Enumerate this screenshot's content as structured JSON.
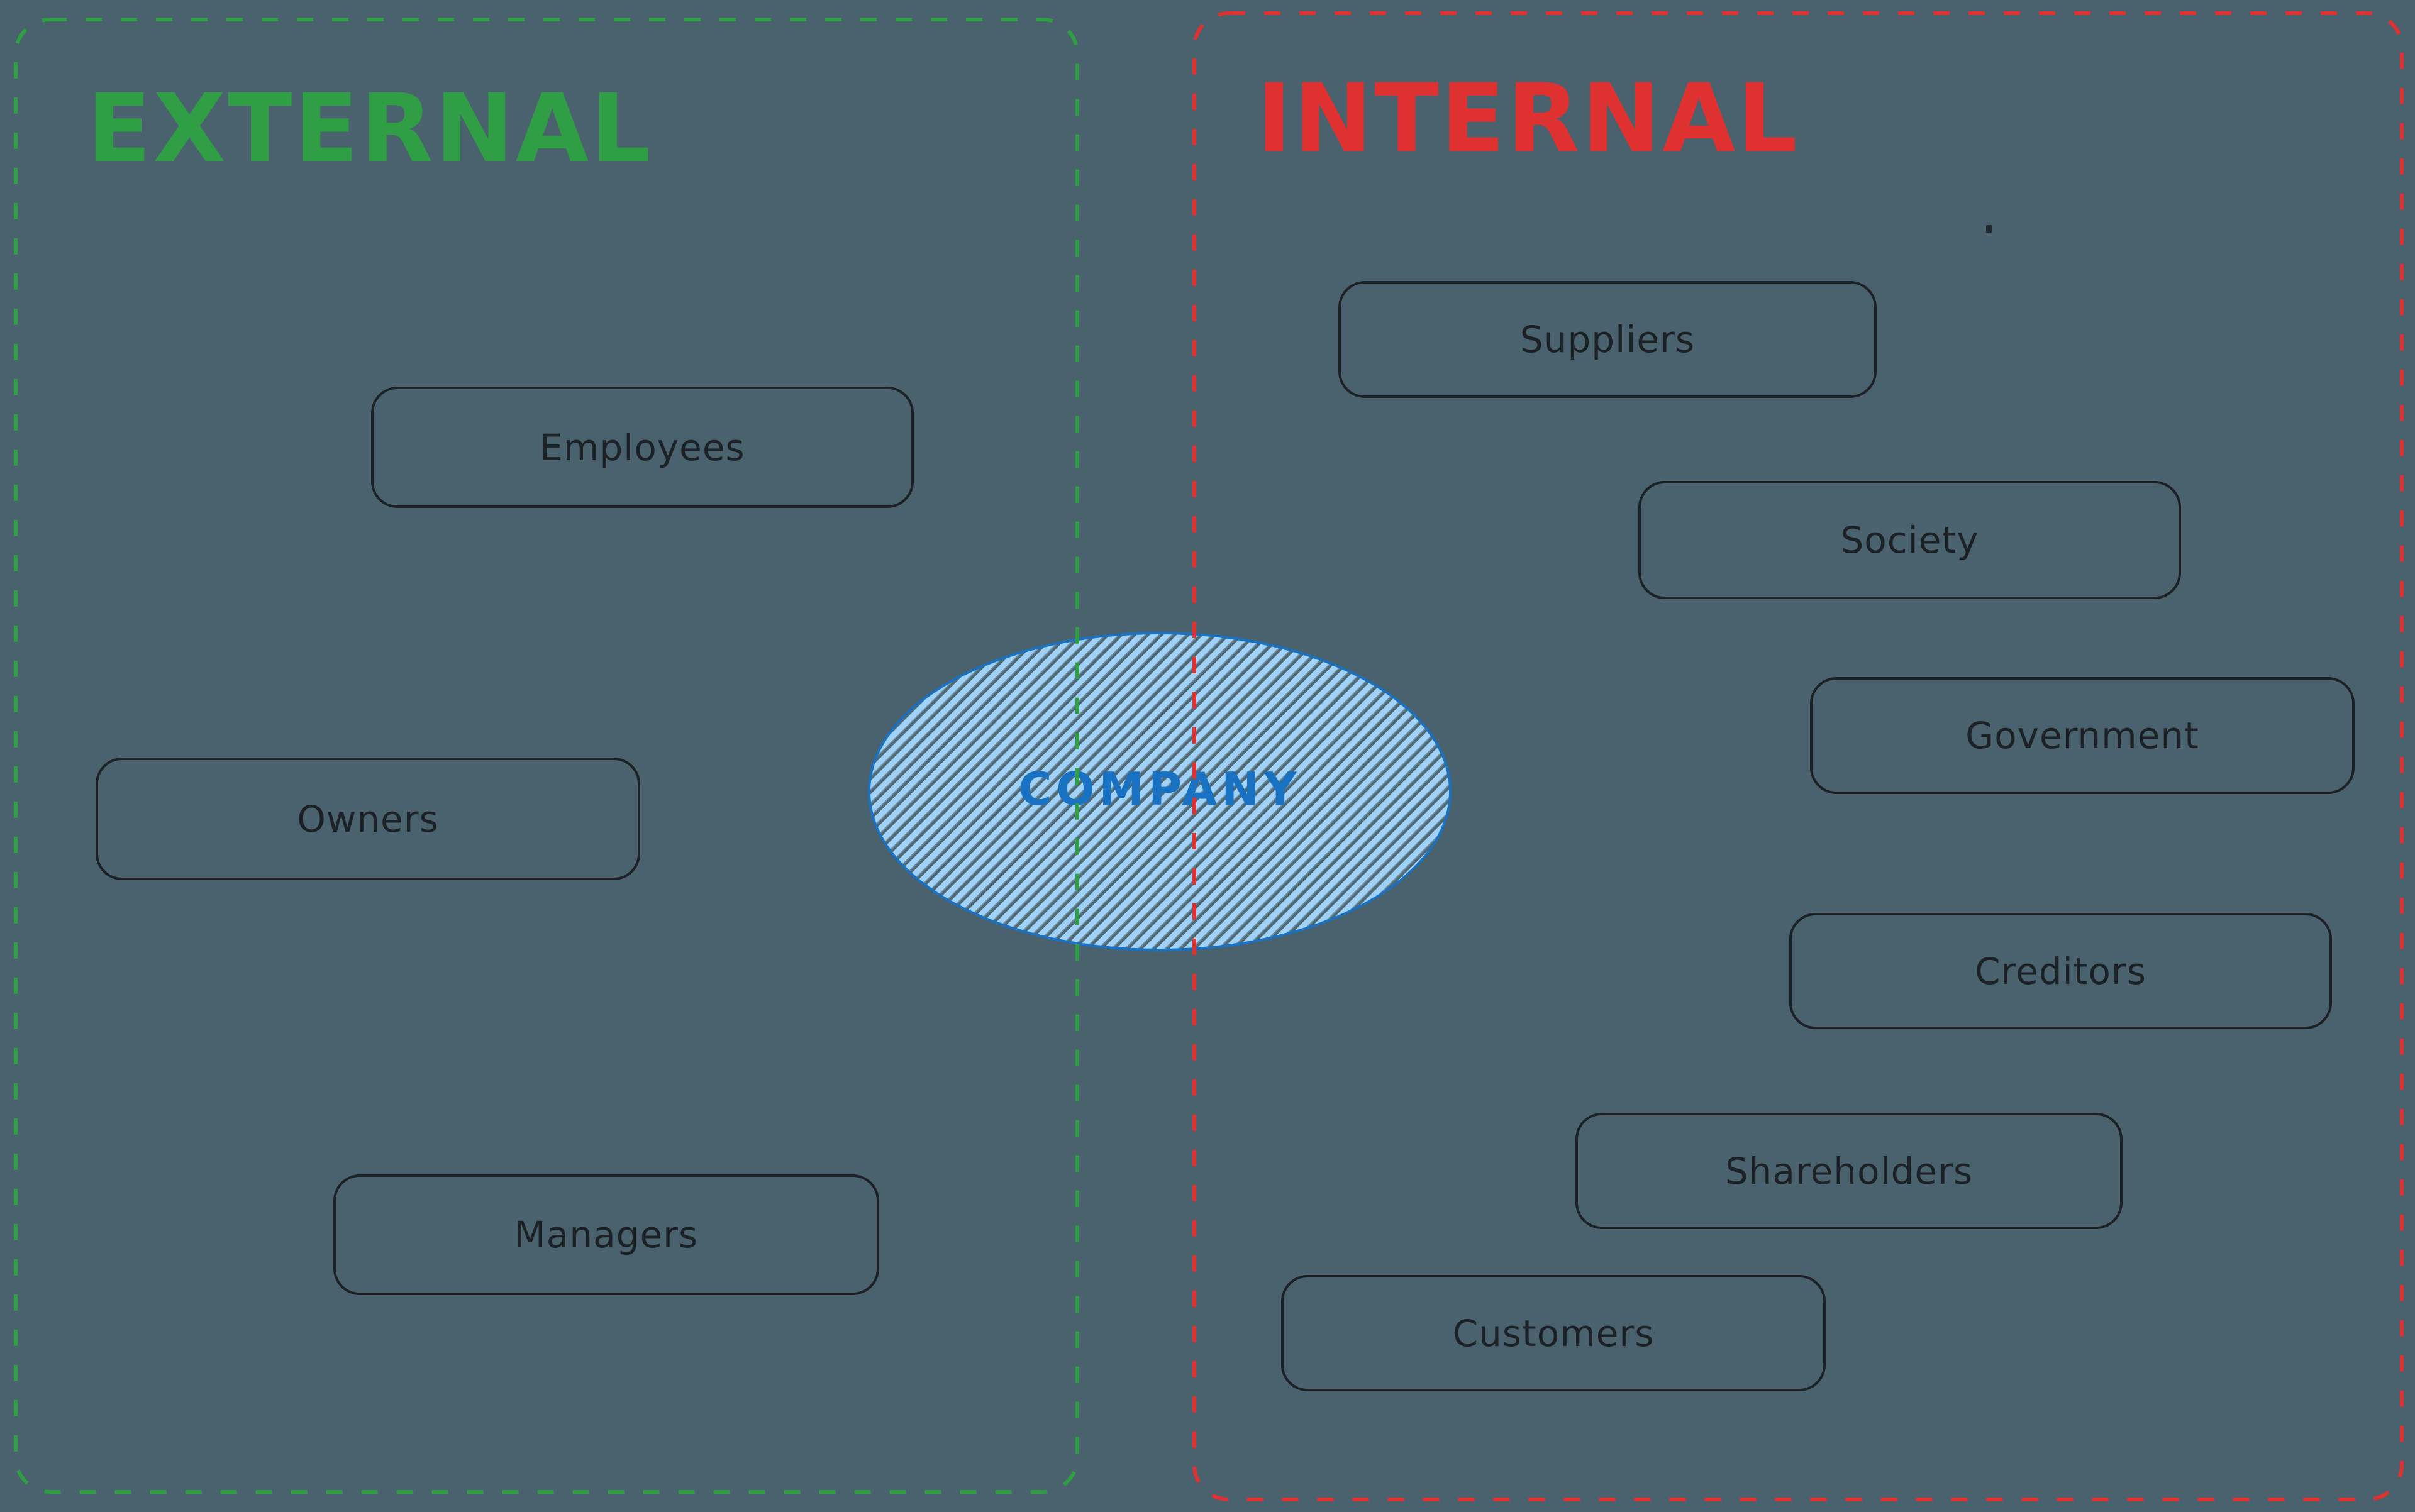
{
  "diagram": {
    "background_color": "#4a626d",
    "stroke_color": "#1c2126",
    "external": {
      "title": "EXTERNAL",
      "accent_color": "#2f9e44",
      "boxes": [
        "Employees",
        "Owners",
        "Managers"
      ]
    },
    "internal": {
      "title": "INTERNAL",
      "accent_color": "#e03131",
      "boxes": [
        "Suppliers",
        "Society",
        "Government",
        "Creditors",
        "Shareholders",
        "Customers"
      ]
    },
    "company": {
      "label": "COMPANY",
      "text_color": "#1971c2",
      "fill_color": "#a5d8ff",
      "border_color": "#1971c2"
    }
  }
}
